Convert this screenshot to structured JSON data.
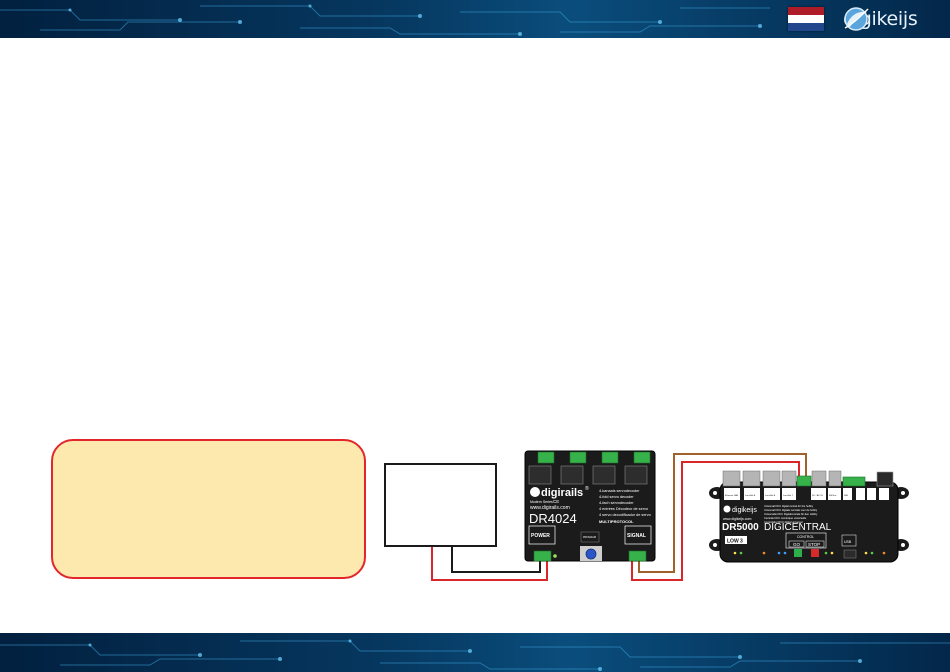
{
  "header": {
    "flag_colors": [
      "#ae1c28",
      "#ffffff",
      "#21468b"
    ],
    "logo_text": "digikeijs",
    "icon": "globe-swoosh-icon"
  },
  "colors": {
    "accent_red": "#e2262b",
    "note_fill": "#fde8ae",
    "banner_blue": "#06375f"
  },
  "dr4024": {
    "brand": "digirails",
    "brand_mark": "®",
    "subtitle": "Modern Series",
    "ce_mark": "CE",
    "url": "www.digirails.com",
    "model": "DR4024",
    "desc_lines": [
      "4-kanaals servodecoder",
      "4-fold servo decoder",
      "4-fach servodecoder",
      "4 entrées Décodeur de servo",
      "4 servo decodificador de servo"
    ],
    "multiprotocol": "MULTIPROTOCOL",
    "power_label": "POWER",
    "signal_label": "SIGNAL",
    "program_label": "PROGRAM"
  },
  "dr5000": {
    "brand": "digikeijs",
    "url": "www.digikeijs.com",
    "model": "DR5000",
    "model_sub": "DIGICENTRAL",
    "port_labels": [
      "Ethernet LAN",
      "LocoNet B",
      "LocoNet B",
      "LocoNet T",
      "DC / AC IN",
      "RS Bus",
      "S88"
    ],
    "desc_lines": [
      "Universal DCC digital central for the hobby",
      "Universal DCC digitale centrale voor de hobby",
      "Universelle DCC Digitalzentrale für den Hobby",
      "Centrale DCC numérique universelle",
      "Controlador DCC digital universal"
    ],
    "control_label": "CONTROL",
    "go_label": "GO",
    "stop_label": "STOP",
    "usb_label": "USB",
    "lcd_badge": "LOW 3"
  }
}
